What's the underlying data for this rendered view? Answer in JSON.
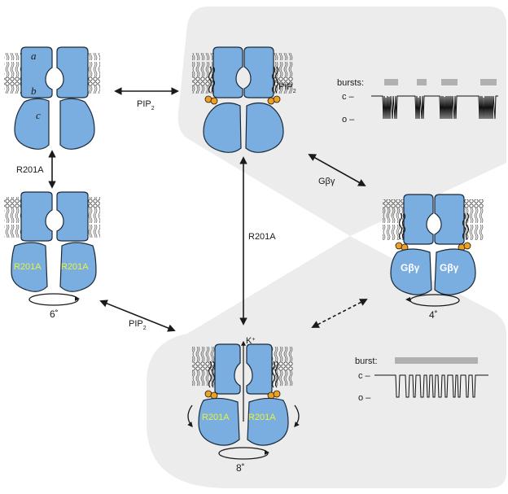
{
  "states": {
    "top_left": {
      "domain_labels": [
        "a",
        "b",
        "c"
      ]
    },
    "mid_left": {
      "mutation_left": "R201A",
      "mutation_right": "R201A",
      "rotation": "6˚"
    },
    "top_center": {
      "pip2_label": "PIP",
      "pip2_sub": "2"
    },
    "mid_right": {
      "gbg_left": "Gβγ",
      "gbg_right": "Gβγ",
      "rotation": "4˚"
    },
    "bottom_center": {
      "ion": "K",
      "ion_sup": "+",
      "mutation_left": "R201A",
      "mutation_right": "R201A",
      "rotation": "8˚"
    }
  },
  "transitions": {
    "top_horizontal": {
      "label": "PIP",
      "sub": "2"
    },
    "left_vertical": {
      "label": "R201A"
    },
    "center_vertical": {
      "label": "R201A"
    },
    "right_diagonal": {
      "label": "Gβγ"
    },
    "left_diagonal": {
      "label": "PIP",
      "sub": "2"
    }
  },
  "traces": {
    "top": {
      "bursts_label": "bursts:",
      "closed_label": "c –",
      "open_label": "o –"
    },
    "bottom": {
      "burst_label": "burst:",
      "closed_label": "c –",
      "open_label": "o –"
    }
  },
  "colors": {
    "protein": "#7aaee0",
    "protein_stroke": "#1a2a3a",
    "background_shape": "#ececec",
    "pip2_head": "#f0a020",
    "mutation_text": "#e8f23a",
    "burst_bar": "#b0b0b0"
  }
}
